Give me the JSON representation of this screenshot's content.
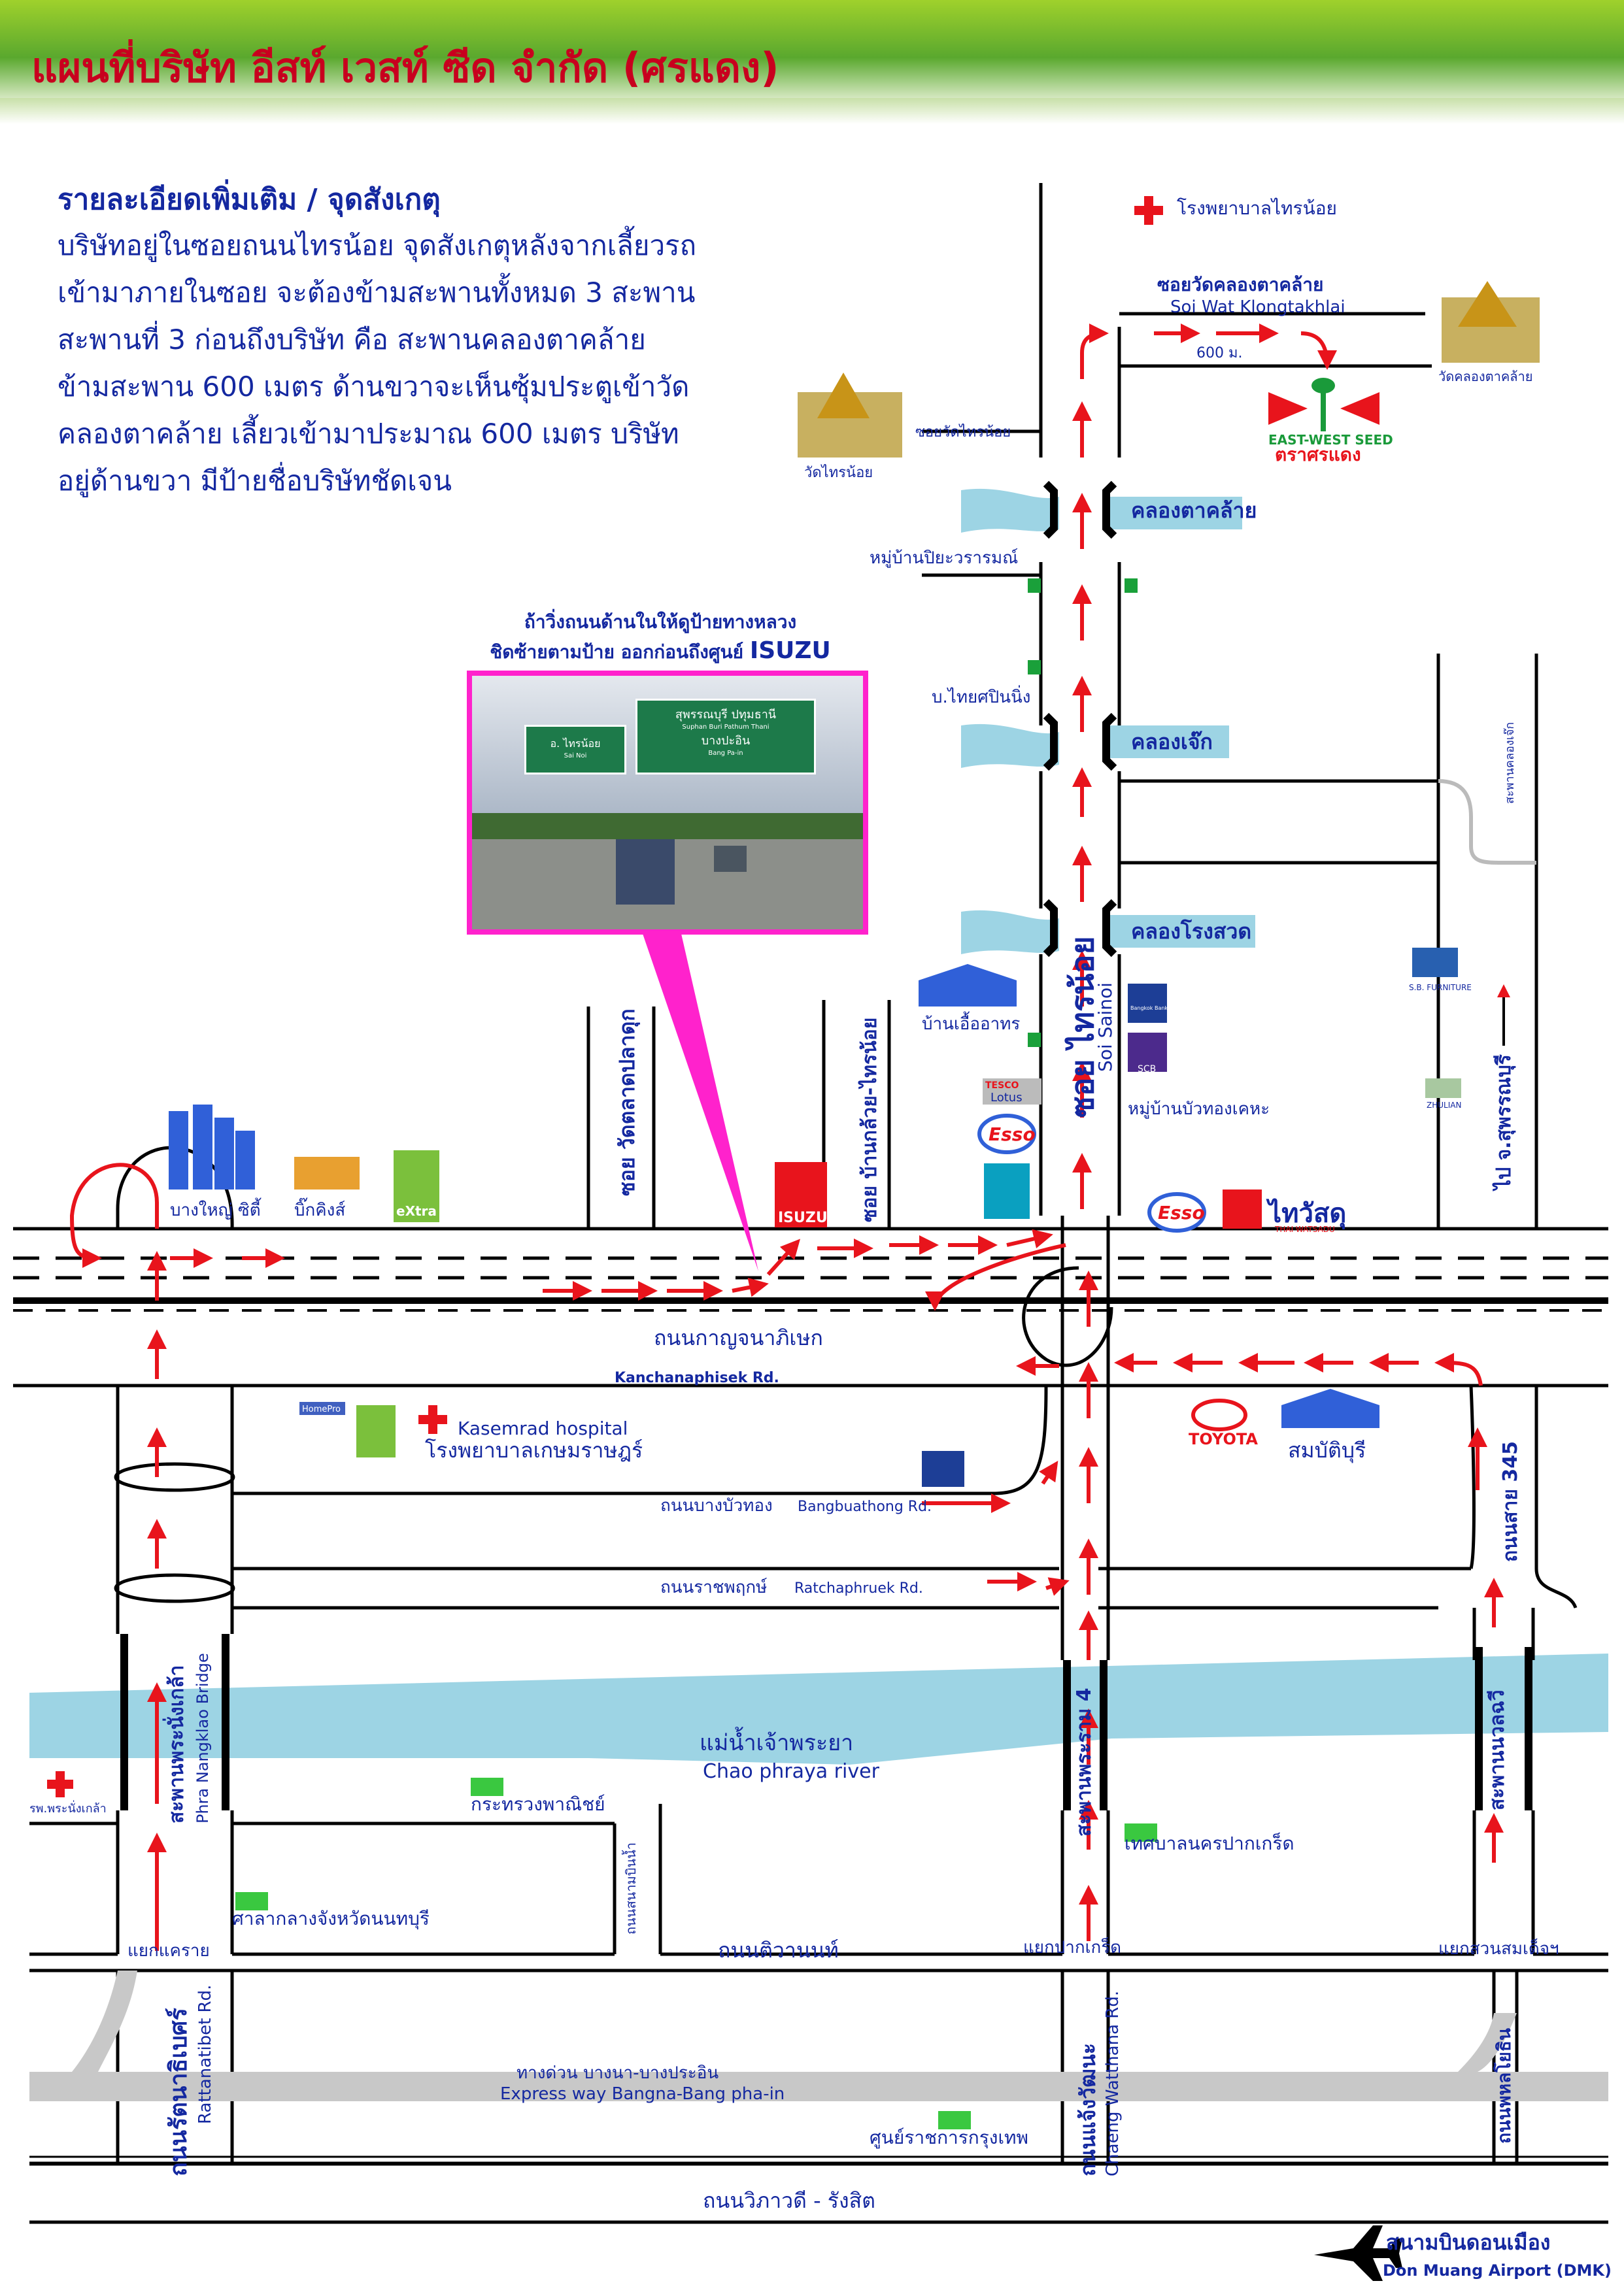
{
  "title": "แผนที่บริษัท อีสท์ เวสท์ ซีด จำกัด (ศรแดง)",
  "info": {
    "heading": "รายละเอียดเพิ่มเติม / จุดสังเกตุ",
    "lines": [
      "บริษัทอยู่ในซอยถนนไทรน้อย จุดสังเกตุหลังจากเลี้ยวรถ",
      "เข้ามาภายในซอย จะต้องข้ามสะพานทั้งหมด 3 สะพาน",
      "สะพานที่ 3 ก่อนถึงบริษัท คือ สะพานคลองตาคล้าย",
      "ข้ามสะพาน 600 เมตร ด้านขวาจะเห็นซุ้มประตูเข้าวัด",
      "คลองตาคล้าย เลี้ยวเข้ามาประมาณ 600 เมตร บริษัท",
      "อยู่ด้านขวา มีป้ายชื่อบริษัทชัดเจน"
    ]
  },
  "photo_note": {
    "line1": "ถ้าวิ่งถนนด้านในให้ดูป้ายทางหลวง",
    "line2": "ชิดซ้ายตามป้าย ออกก่อนถึงศูนย์",
    "line2_brand": "ISUZU"
  },
  "photo_sign": {
    "left": "อ. ไทรน้อย",
    "left_en": "Sai Noi",
    "right_top": "สุพรรณบุรี ปทุมธานี",
    "right_top_en": "Suphan Buri  Pathum Thani",
    "right_bottom": "บางปะอิน",
    "right_bottom_en": "Bang Pa-in"
  },
  "roads": {
    "kanchanaphisek_th": "ถนนกาญจนาภิเษก",
    "kanchanaphisek_en": "Kanchanaphisek Rd.",
    "bangbuathong_th": "ถนนบางบัวทอง",
    "bangbuathong_en": "Bangbuathong Rd.",
    "ratchaphruek_th": "ถนนราชพฤกษ์",
    "ratchaphruek_en": "Ratchaphruek Rd.",
    "tiwanon": "ถนนติวานนท์",
    "vibhavadi": "ถนนวิภาวดี - รังสิต",
    "expressway_th": "ทางด่วน บางนา-บางประอิน",
    "expressway_en": "Express way Bangna-Bang pha-in",
    "rattanathibet_th": "ถนนรัตนาธิเบศร์",
    "rattanathibet_en": "Rattanatibet Rd.",
    "chaeng_th": "ถนนแจ้งวัฒนะ",
    "chaeng_en": "Chaeng Watthana Rd.",
    "phahon": "ถนนพหลโยธิน",
    "route345": "ถนนสาย 345",
    "sainoi_th": "ซอย ไทรน้อย",
    "sainoi_en": "Soi Sainoi",
    "soi_talat": "ซอย วัดตลาดปลาดุก",
    "soi_bankluai": "ซอย บ้านกล้วย-ไทรน้อย",
    "soi_wat_th": "ซอยวัดคลองตาคล้าย",
    "soi_wat_en": "Soi Wat Klongtakhlai",
    "soi_wat_sainoi": "ซอยวัดไทรน้อย",
    "to_suphan": "ไป จ.สุพรรณบุรี",
    "sanamchai": "ถนนสนามบินน้ำ",
    "distance": "600 ม."
  },
  "canals": {
    "ta_khlai": "คลองตาคล้าย",
    "chek": "คลองเจ๊ก",
    "rong_suat": "คลองโรงสวด"
  },
  "river": {
    "th": "แม่น้ำเจ้าพระยา",
    "en": "Chao phraya river"
  },
  "bridges": {
    "nangklao_th": "สะพานพระนั่งเกล้า",
    "nangklao_en": "Phra Nangklao Bridge",
    "rama4": "สะพานพระราม 4",
    "nonthaburi": "สะพานนวลฉวี",
    "canal_bridge": "สะพานคลองเจ๊ก"
  },
  "junctions": {
    "khae_rai": "แยกแคราย",
    "pak_kret": "แยกปากเกร็ด",
    "suan_somdet": "แยกสวนสมเด็จฯ"
  },
  "landmarks": {
    "hospital_sainoi": "โรงพยาบาลไทรน้อย",
    "wat_takhlai": "วัดคลองตาคล้าย",
    "wat_sainoi": "วัดไทรน้อย",
    "village_piya": "หมู่บ้านปิยะวรารมณ์",
    "company": "บ.ไทยศปินนิ่ง",
    "baan_ua": "บ้านเอื้ออาทร",
    "village_bua": "หมู่บ้านบัวทองเคหะ",
    "bangyai_city": "บางใหญ่ ซิตี้",
    "big_c_label": "บิ๊กคิงส์",
    "kasemrad_en": "Kasemrad  hospital",
    "kasemrad_th": "โรงพยาบาลเกษมราษฎร์",
    "sombat": "สมบัติบุรี",
    "toyota": "TOYOTA",
    "isuzu": "ISUZU",
    "ministry": "กระทรวงพาณิชย์",
    "city_hall": "ศาลากลางจังหวัดนนทบุรี",
    "pak_kret_muni": "เทศบาลนครปากเกร็ด",
    "gov_center": "ศูนย์ราชการกรุงเทพ",
    "hosp_nangklao": "รพ.พระนั่งเกล้า",
    "thai_watsadu": "ไทวัสดุ",
    "thai_watsadu_en": "THAI WATSADU",
    "esso": "Esso",
    "tesco": "TESCO",
    "lotus": "Lotus",
    "homepro": "HomePro",
    "sb_furniture": "S.B. FURNITURE",
    "zhulian": "ZHULIAN",
    "scb": "SCB",
    "bbl": "Bangkok Bank",
    "bigc_extra": "eXtra",
    "east_west": "EAST-WEST SEED",
    "sorn_daeng": "ตราศรแดง"
  },
  "airport": {
    "th": "สนามบินดอนเมือง",
    "en": "Don Muang Airport (DMK)"
  },
  "colors": {
    "title": "#c8001e",
    "text": "#1428a0",
    "route": "#e8141c",
    "river": "#9dd4e4",
    "header_green": "#5aa82e",
    "photo_frame": "#ff22cc"
  }
}
